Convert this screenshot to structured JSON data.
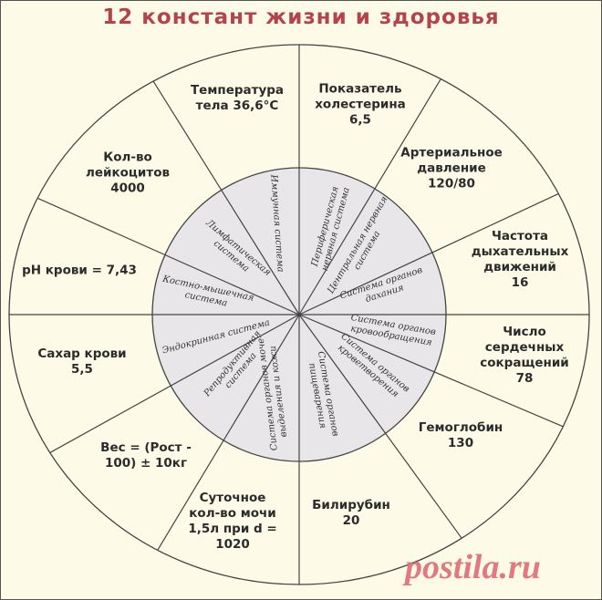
{
  "title": "12 констант жизни и здоровья",
  "outer": [
    {
      "text": "Температура\nтела 36,6°C"
    },
    {
      "text": "Показатель\nхолестерина\n6,5"
    },
    {
      "text": "Артериальное\nдавление\n120/80"
    },
    {
      "text": "Частота\nдыхательных\nдвижений\n16"
    },
    {
      "text": "Число\nсердечных\nсокращений\n78"
    },
    {
      "text": "Гемоглобин\n130"
    },
    {
      "text": "Билирубин\n20"
    },
    {
      "text": "Суточное\nкол-во мочи\n1,5л при d =\n1020"
    },
    {
      "text": "Вес = (Рост -\n100) ± 10кг"
    },
    {
      "text": "Сахар крови\n5,5"
    },
    {
      "text": "pH крови = 7,43"
    },
    {
      "text": "Кол-во\nлейкоцитов\n4000"
    }
  ],
  "inner": [
    {
      "text": "Иммунная система"
    },
    {
      "text": "Периферическая\nнервная система"
    },
    {
      "text": "Центральная нервная\nсистема"
    },
    {
      "text": "Система органов\nдахания"
    },
    {
      "text": "Система органов\nкровообращения"
    },
    {
      "text": "Система органов\nкроветворения"
    },
    {
      "text": "Система органов\nпищеварения"
    },
    {
      "text": "Система органов моче-\nвыделения и кожи"
    },
    {
      "text": "Репродуктивная\nсистема"
    },
    {
      "text": "Эндокринная система"
    },
    {
      "text": "Костно-мышечная\nсистема"
    },
    {
      "text": "Лимфатическая\nсистема"
    }
  ],
  "watermark": "postila.ru",
  "colors": {
    "title": "#b3444c",
    "background": "#fdfbe7",
    "inner_fill": "#e9e6ea",
    "watermark": "#df7078"
  }
}
